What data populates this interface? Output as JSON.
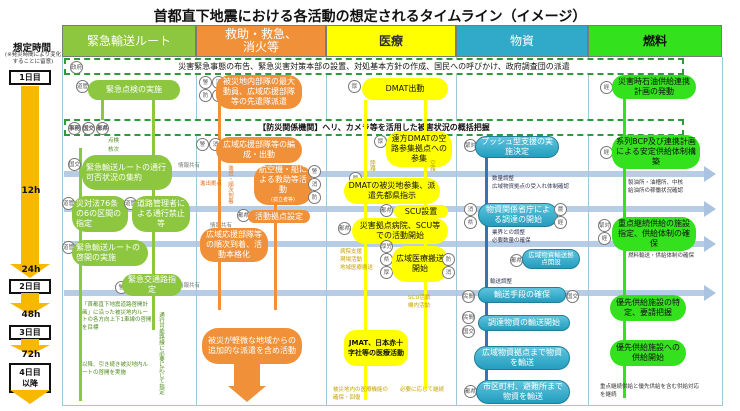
{
  "title": "首都直下地震における各活動の想定されるタイムライン（イメージ）",
  "time_axis": {
    "label": "想定時間",
    "note": "(※発災時間により変化することに留意)",
    "days": [
      "1日目",
      "2日目",
      "3日目",
      "4日目以降"
    ],
    "hours": [
      "12h",
      "24h",
      "48h",
      "72h"
    ]
  },
  "columns": [
    {
      "label": "緊急輸送ルート",
      "color": "#8dc63f"
    },
    {
      "label": "救助・救急、消火等",
      "color": "#f0913a"
    },
    {
      "label": "医療",
      "color": "#ffff00"
    },
    {
      "label": "物資",
      "color": "#31a9c9"
    },
    {
      "label": "燃料",
      "color": "#33e11d"
    }
  ],
  "banners": {
    "top": {
      "badge": "政府",
      "text": "災害緊急事態の布告、緊急災害対策本部の設置、対処基本方針の作成、国民への呼びかけ、政府調査団の派遣"
    },
    "second": {
      "badges": [
        "事務",
        "国交",
        "都県"
      ],
      "text": "【防災関係機関】ヘリ、カメラ等を活用した被害状況の概括把握"
    }
  },
  "info_share_label": "情報共有",
  "route": {
    "items": [
      {
        "badge": "道管",
        "text": "緊急点検の実施"
      },
      {
        "badge": "国交",
        "text": "緊急輸送ルートの通行可否状況の集約"
      },
      {
        "badge": "道管",
        "text": "災対法76条の6の区間の指定"
      },
      {
        "badge": "道管",
        "text": "道路管理者による通行禁止等"
      },
      {
        "badge": "道管",
        "text": "緊急輸送ルートの啓開の実施"
      },
      {
        "badge": "警",
        "text": "緊急交通路指定"
      }
    ],
    "notes": {
      "inspection": "点検\n核次",
      "plan": "「首都直下地震道路啓開計画」に沿った被災地内ルートの各方向上下1車線の啓開を目標",
      "continue": "以降、引き続き被災地内ルートの啓開を実施",
      "vertical": "通行可能路線に必要に応じて指定"
    }
  },
  "rescue": {
    "items": [
      {
        "badges": [
          "警",
          "消",
          "防",
          "海"
        ],
        "text": "被災地内部隊の最大動員、広域応援部隊等の先遣隊派遣"
      },
      {
        "badges": [
          "警",
          "消",
          "防",
          "海"
        ],
        "text": "広域応援部隊等の編成・出動"
      },
      {
        "badges": [
          "警",
          "消",
          "防",
          "海"
        ],
        "text": "航空機・船による救助等活動",
        "sub": "(孤立者等)"
      },
      {
        "badges": [
          "都県"
        ],
        "text": "活動拠点設定"
      },
      {
        "badges": [],
        "text": "広域応援部隊等の順次到着、活動本格化"
      },
      {
        "badges": [],
        "text": "被災が軽微な地域からの追加的な派遣を含め活動"
      }
    ],
    "notes": {
      "base": "進出拠点",
      "vertical": "進出・順次到着"
    }
  },
  "medical": {
    "items": [
      {
        "badge": "厚",
        "text": "DMAT出動"
      },
      {
        "badge": "厚",
        "text": "遠方DMATの空路参集拠点への参集"
      },
      {
        "badge": "厚",
        "text": "DMATの被災地参集、派遣先都県指示"
      },
      {
        "badge": "都県",
        "text": "SCU設置"
      },
      {
        "badge": "都県",
        "text": "災害拠点病院、SCU等での活動開始"
      },
      {
        "badges": [
          "厚労",
          "県",
          "厚"
        ],
        "right_badges": [
          "防",
          "消"
        ],
        "text": "広域医療搬送開始"
      },
      {
        "badge": "",
        "text": "JMAT、日本赤十字社等の医療活動"
      }
    ],
    "notes": {
      "land": "陸路",
      "air": "空路",
      "hospital": "病院支援\n現場活動\n地域医療搬送",
      "scu": "SCU活動\n機内活動",
      "final_left": "被災地内の医療機能の確保・回復",
      "final_right": "必要に応じて継続"
    }
  },
  "supplies": {
    "items": [
      {
        "badge": "緊対",
        "text": "プッシュ型支援の実施決定"
      },
      {
        "badges": [
          "消",
          "県"
        ],
        "right_badges": [
          "農",
          "経"
        ],
        "text": "物資関係省庁による調達の開始"
      },
      {
        "badge": "都県",
        "text": "広域物資輸送拠点開設"
      },
      {
        "badges": [
          "民間"
        ],
        "right_badges": [
          "国交"
        ],
        "text": "輸送手段の確保"
      },
      {
        "badges": [
          "民間",
          "国交"
        ],
        "text": "調達物資の輸送開始"
      },
      {
        "badge": "",
        "text": "広域物資拠点まで物資を輸送"
      },
      {
        "badge": "都県",
        "text": "市区町村、避難所まで物資を輸送"
      }
    ],
    "notes": {
      "qty": "数量調整\n広域物資拠点の受入れ体制確認",
      "industry": "業界との調整\n必要数量の確保",
      "transport": "輸送調整"
    }
  },
  "fuel": {
    "items": [
      {
        "badge": "経",
        "text": "災害時石油供給連携計画の発動"
      },
      {
        "badge": "経",
        "text": "系列BCP及び連携計画による安定供給体制構築"
      },
      {
        "badges": [
          "緊対",
          "経"
        ],
        "text": "重点継続供給の施設指定、供給体制の確保"
      },
      {
        "badge": "",
        "text": "優先供給施設の特定、要請把握"
      },
      {
        "badge": "",
        "text": "優先供給施設への供給開始"
      }
    ],
    "notes": {
      "refinery": "製油所・油槽所、中核給油所の稼働状況確認",
      "transport": "燃料輸送・供給体制の確保",
      "final": "重点継続供給と優先供給を含む供給対応を継続"
    }
  }
}
